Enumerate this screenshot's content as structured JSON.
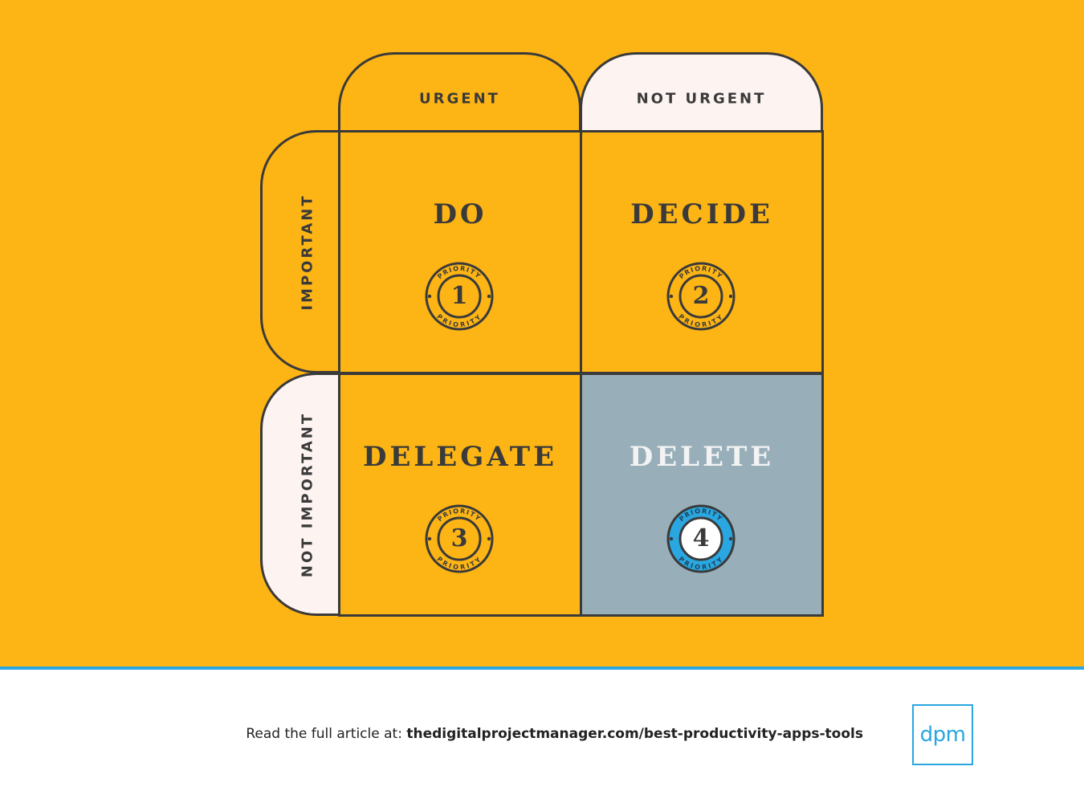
{
  "matrix": {
    "columns": [
      {
        "label": "URGENT",
        "fill": "#FDB515"
      },
      {
        "label": "NOT URGENT",
        "fill": "#FDF4F1"
      }
    ],
    "rows": [
      {
        "label": "IMPORTANT",
        "fill": "#FDB515"
      },
      {
        "label": "NOT IMPORTANT",
        "fill": "#FDF4F1"
      }
    ],
    "quadrants": [
      {
        "title": "DO",
        "badge_word": "PRIORITY",
        "badge_number": "1",
        "fill": "#FDB515",
        "title_color": "#3a3a3a"
      },
      {
        "title": "DECIDE",
        "badge_word": "PRIORITY",
        "badge_number": "2",
        "fill": "#FDB515",
        "title_color": "#3a3a3a"
      },
      {
        "title": "DELEGATE",
        "badge_word": "PRIORITY",
        "badge_number": "3",
        "fill": "#FDB515",
        "title_color": "#3a3a3a"
      },
      {
        "title": "DELETE",
        "badge_word": "PRIORITY",
        "badge_number": "4",
        "fill": "#98AFBA",
        "title_color": "#F3F3F3"
      }
    ]
  },
  "footer": {
    "prefix": "Read the full article at: ",
    "url": "thedigitalprojectmanager.com/best-productivity-apps-tools",
    "logo_text": "dpm"
  },
  "colors": {
    "background": "#FDB515",
    "outline": "#3a3a3a",
    "accent_blue": "#2AA7E0",
    "light": "#FDF4F1"
  }
}
